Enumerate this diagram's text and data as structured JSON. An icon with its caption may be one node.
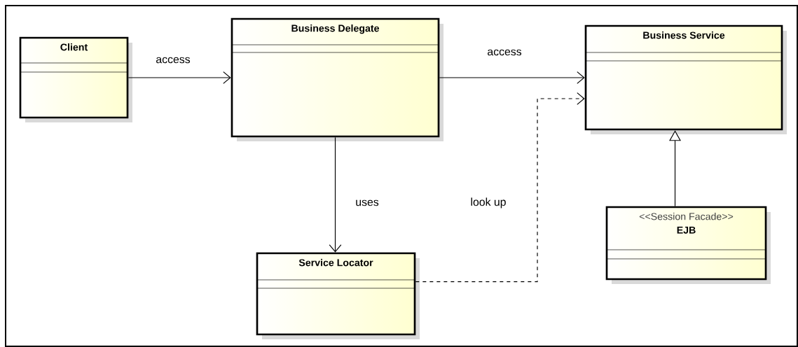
{
  "diagram": {
    "nodes": [
      {
        "text": [
          "Client"
        ]
      },
      {
        "text": [
          "Business Delegate"
        ]
      },
      {
        "text": [
          "Business Service"
        ]
      },
      {
        "text": [
          "Service Locator"
        ]
      },
      {
        "text": [
          "<<Session Facade>>",
          "EJB"
        ]
      }
    ],
    "edges": [
      {
        "from": 0,
        "to": 1,
        "arrow": "to",
        "label": "access"
      },
      {
        "from": 1,
        "to": 2,
        "arrow": "to",
        "label": "access"
      },
      {
        "from": 1,
        "to": 3,
        "arrow": "to",
        "label": "uses"
      },
      {
        "from": 3,
        "to": 2,
        "arrow": "to",
        "label": "look up",
        "style": "dashed"
      },
      {
        "from": 4,
        "to": 2,
        "arrow": "to"
      }
    ]
  }
}
